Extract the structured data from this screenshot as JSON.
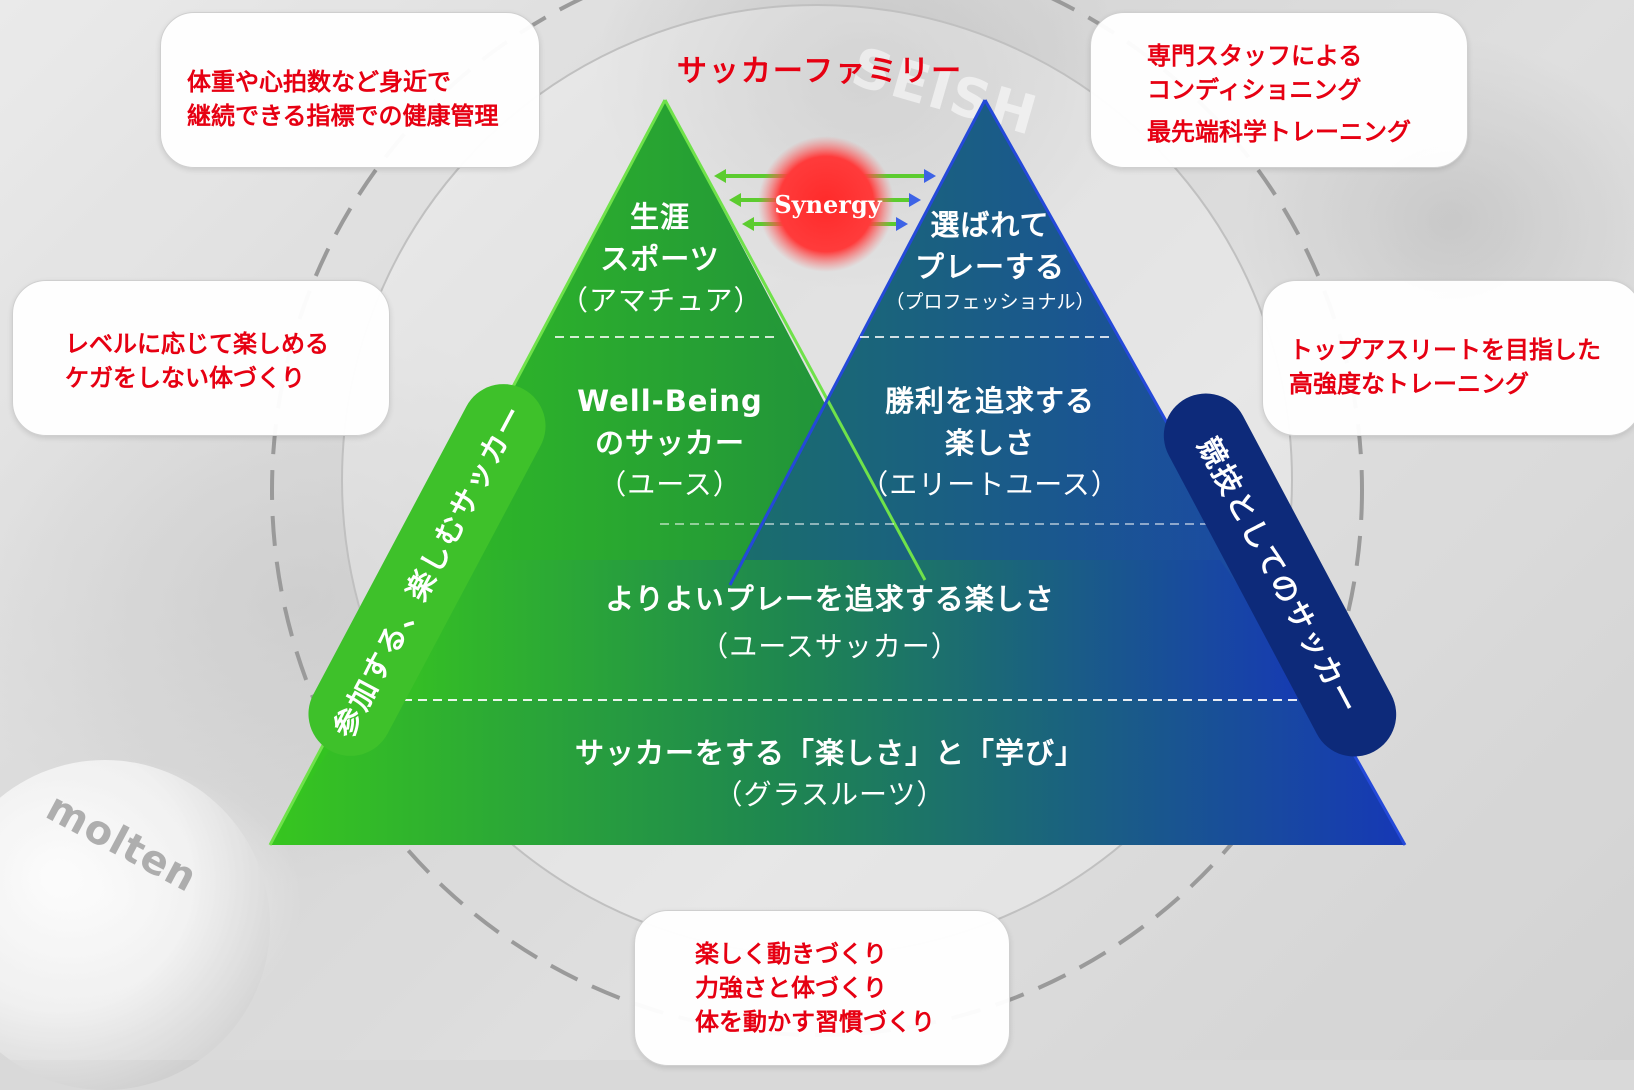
{
  "title": "サッカーファミリー",
  "background": {
    "ball_text": "molten",
    "jersey_text": "SEISH"
  },
  "boxes": {
    "top_left": [
      "体重や心拍数など身近で",
      "継続できる指標での健康管理"
    ],
    "top_right": [
      "専門スタッフによる",
      "コンディショニング",
      "最先端科学トレーニング"
    ],
    "mid_left": [
      "レベルに応じて楽しめる",
      "ケガをしない体づくり"
    ],
    "mid_right": [
      "トップアスリートを目指した",
      "高強度なトレーニング"
    ],
    "bottom": [
      "楽しく動きづくり",
      "力強さと体づくり",
      "体を動かす習慣づくり"
    ]
  },
  "pills": {
    "left": "参加する、楽しむサッカー",
    "right": "競技としてのサッカー"
  },
  "synergy": "Synergy",
  "pyramid": {
    "amateur": {
      "line1": "生涯",
      "line2": "スポーツ",
      "sub": "（アマチュア）"
    },
    "pro": {
      "line1": "選ばれて",
      "line2": "プレーする",
      "sub": "（プロフェッショナル）"
    },
    "wellbeing": {
      "line1": "Well-Being",
      "line2": "のサッカー",
      "sub": "（ユース）"
    },
    "elite": {
      "line1": "勝利を追求する",
      "line2": "楽しさ",
      "sub": "（エリートユース）"
    },
    "youth": {
      "line1": "よりよいプレーを追求する楽しさ",
      "sub": "（ユースサッカー）"
    },
    "grassroots": {
      "line1": "サッカーをする「楽しさ」と「学び」",
      "sub": "（グラスルーツ）"
    }
  },
  "colors": {
    "accent_red": "#e60012",
    "green": "#3ec12a",
    "navy": "#0d2a7a",
    "blue": "#1a3fb8",
    "synergy_red": "#ff3b3b"
  }
}
